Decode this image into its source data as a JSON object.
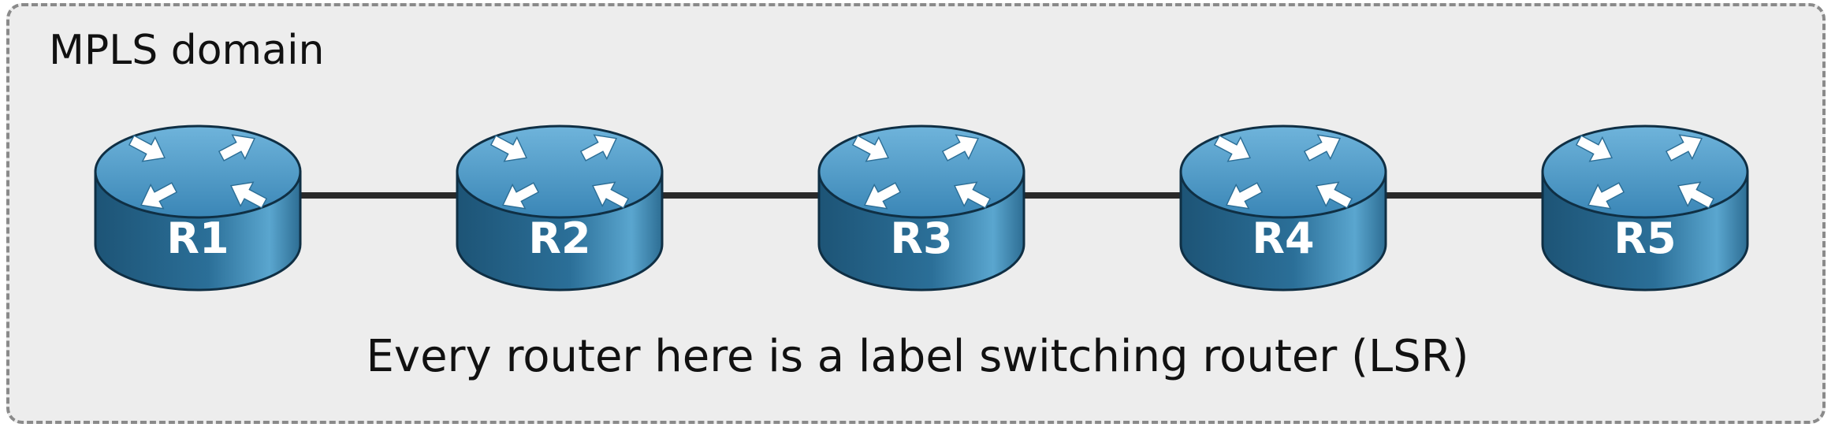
{
  "diagram": {
    "domain_label": "MPLS domain",
    "caption": "Every router here is a label switching router (LSR)",
    "routers": [
      {
        "id": "R1",
        "label": "R1",
        "icon": "router-icon"
      },
      {
        "id": "R2",
        "label": "R2",
        "icon": "router-icon"
      },
      {
        "id": "R3",
        "label": "R3",
        "icon": "router-icon"
      },
      {
        "id": "R4",
        "label": "R4",
        "icon": "router-icon"
      },
      {
        "id": "R5",
        "label": "R5",
        "icon": "router-icon"
      }
    ],
    "links": [
      {
        "from": "R1",
        "to": "R2"
      },
      {
        "from": "R2",
        "to": "R3"
      },
      {
        "from": "R3",
        "to": "R4"
      },
      {
        "from": "R4",
        "to": "R5"
      }
    ],
    "colors": {
      "background": "#ededed",
      "border": "#8a8a8a",
      "link": "#2a2a2a",
      "router_top": "#3f8fbf",
      "router_side": "#1f5f85",
      "router_label": "#ffffff"
    }
  }
}
